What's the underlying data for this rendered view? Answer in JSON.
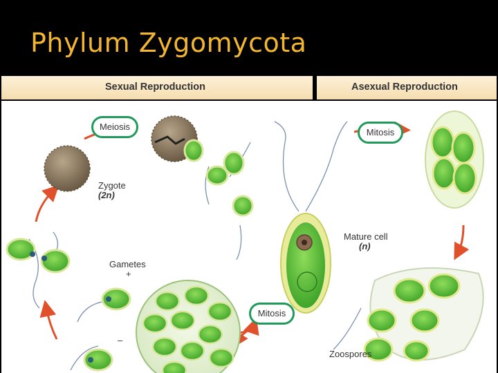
{
  "slide": {
    "title": "Phylum Zygomycota"
  },
  "figure": {
    "sexual_header": "Sexual Reproduction",
    "asexual_header": "Asexual Reproduction",
    "labels": {
      "meiosis": "Meiosis",
      "zygote": "Zygote",
      "zygote_ploidy": "(2n)",
      "gametes": "Gametes",
      "gamete_plus": "+",
      "gamete_minus": "–",
      "mitosis_sexual": "Mitosis",
      "mitosis_asexual": "Mitosis",
      "mature_cell": "Mature cell",
      "mature_ploidy": "(n)",
      "zoospores": "Zoospores"
    }
  },
  "colors": {
    "title": "#f2b630",
    "arrow": "#e0502a",
    "cell_green": "#5fc23a",
    "cell_rim": "#d8e69a",
    "pill_border": "#1f9a5a",
    "zygote_brown": "#8a7760"
  }
}
